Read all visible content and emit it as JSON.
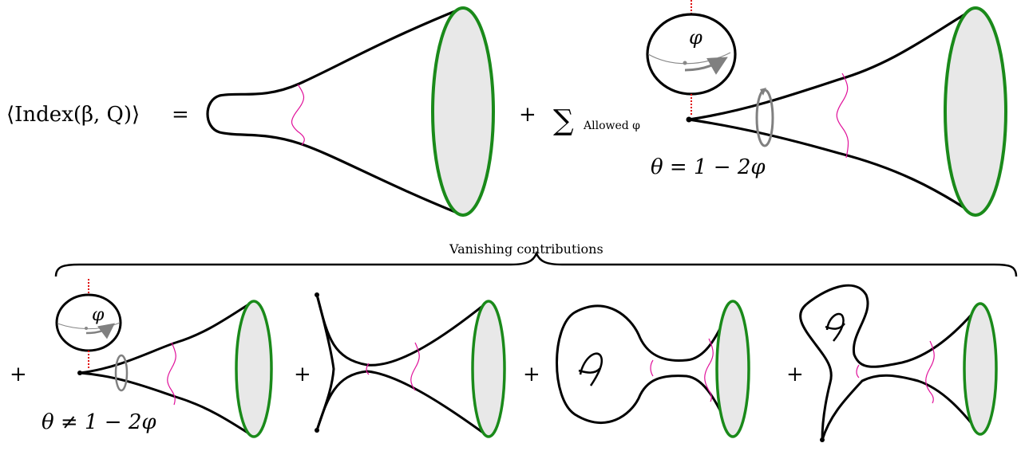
{
  "equation": {
    "lhs": "⟨Index(β, Q)⟩",
    "equals": "=",
    "plus": "+",
    "sum_symbol": "∑",
    "sum_subscript": "Allowed φ",
    "phi_label": "φ",
    "theta_allowed": "θ = 1 − 2φ",
    "theta_forbidden": "θ ≠ 1 − 2φ"
  },
  "brace_label": "Vanishing contributions",
  "colors": {
    "outline": "#000000",
    "boundary_circle": "#1a8a1a",
    "boundary_fill": "#e8e8e8",
    "wavy_line": "#e0109a",
    "dotted_line": "#e01010",
    "rotation_arrow": "#808080"
  },
  "icons": [
    "cone-geometry",
    "bulb-sphere",
    "rotation-arrow",
    "handle-icon"
  ]
}
